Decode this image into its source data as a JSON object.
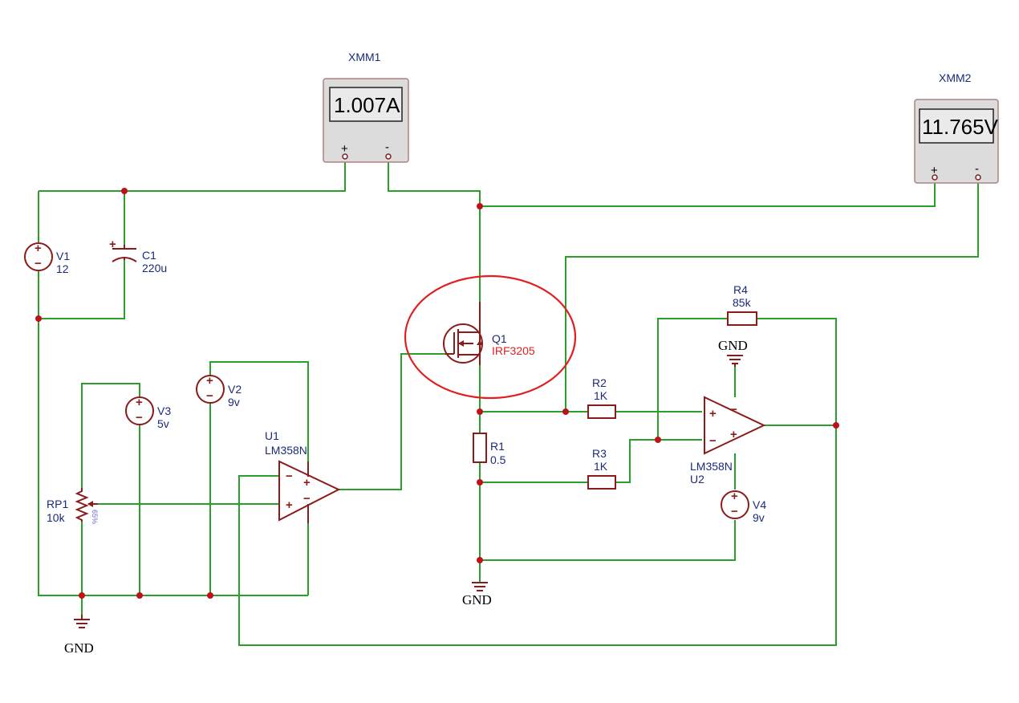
{
  "meters": [
    {
      "id": "xmm1",
      "title": "XMM1",
      "reading": "1.007A",
      "plus": "+",
      "minus": "-"
    },
    {
      "id": "xmm2",
      "title": "XMM2",
      "reading": "11.765V",
      "plus": "+",
      "minus": "-"
    }
  ],
  "components": {
    "v1": {
      "name": "V1",
      "value": "12"
    },
    "c1": {
      "name": "C1",
      "value": "220u"
    },
    "v2": {
      "name": "V2",
      "value": "9v"
    },
    "v3": {
      "name": "V3",
      "value": "5v"
    },
    "v4": {
      "name": "V4",
      "value": "9v"
    },
    "rp1": {
      "name": "RP1",
      "value": "10k",
      "percent": "65%"
    },
    "u1": {
      "name": "U1",
      "part": "LM358N"
    },
    "u2": {
      "name": "U2",
      "part": "LM358N"
    },
    "q1": {
      "name": "Q1",
      "part": "IRF3205"
    },
    "r1": {
      "name": "R1",
      "value": "0.5"
    },
    "r2": {
      "name": "R2",
      "value": "1K"
    },
    "r3": {
      "name": "R3",
      "value": "1K"
    },
    "r4": {
      "name": "R4",
      "value": "85k"
    }
  },
  "ground_label": "GND",
  "opamp_signs": {
    "plus": "+",
    "minus": "−"
  },
  "source_signs": {
    "plus": "+",
    "minus": "−"
  },
  "colors": {
    "wire": "#2aa02a",
    "component": "#8b1a1a",
    "junction": "#c0101a",
    "highlight": "#e02020",
    "label": "#1a2a7a"
  }
}
